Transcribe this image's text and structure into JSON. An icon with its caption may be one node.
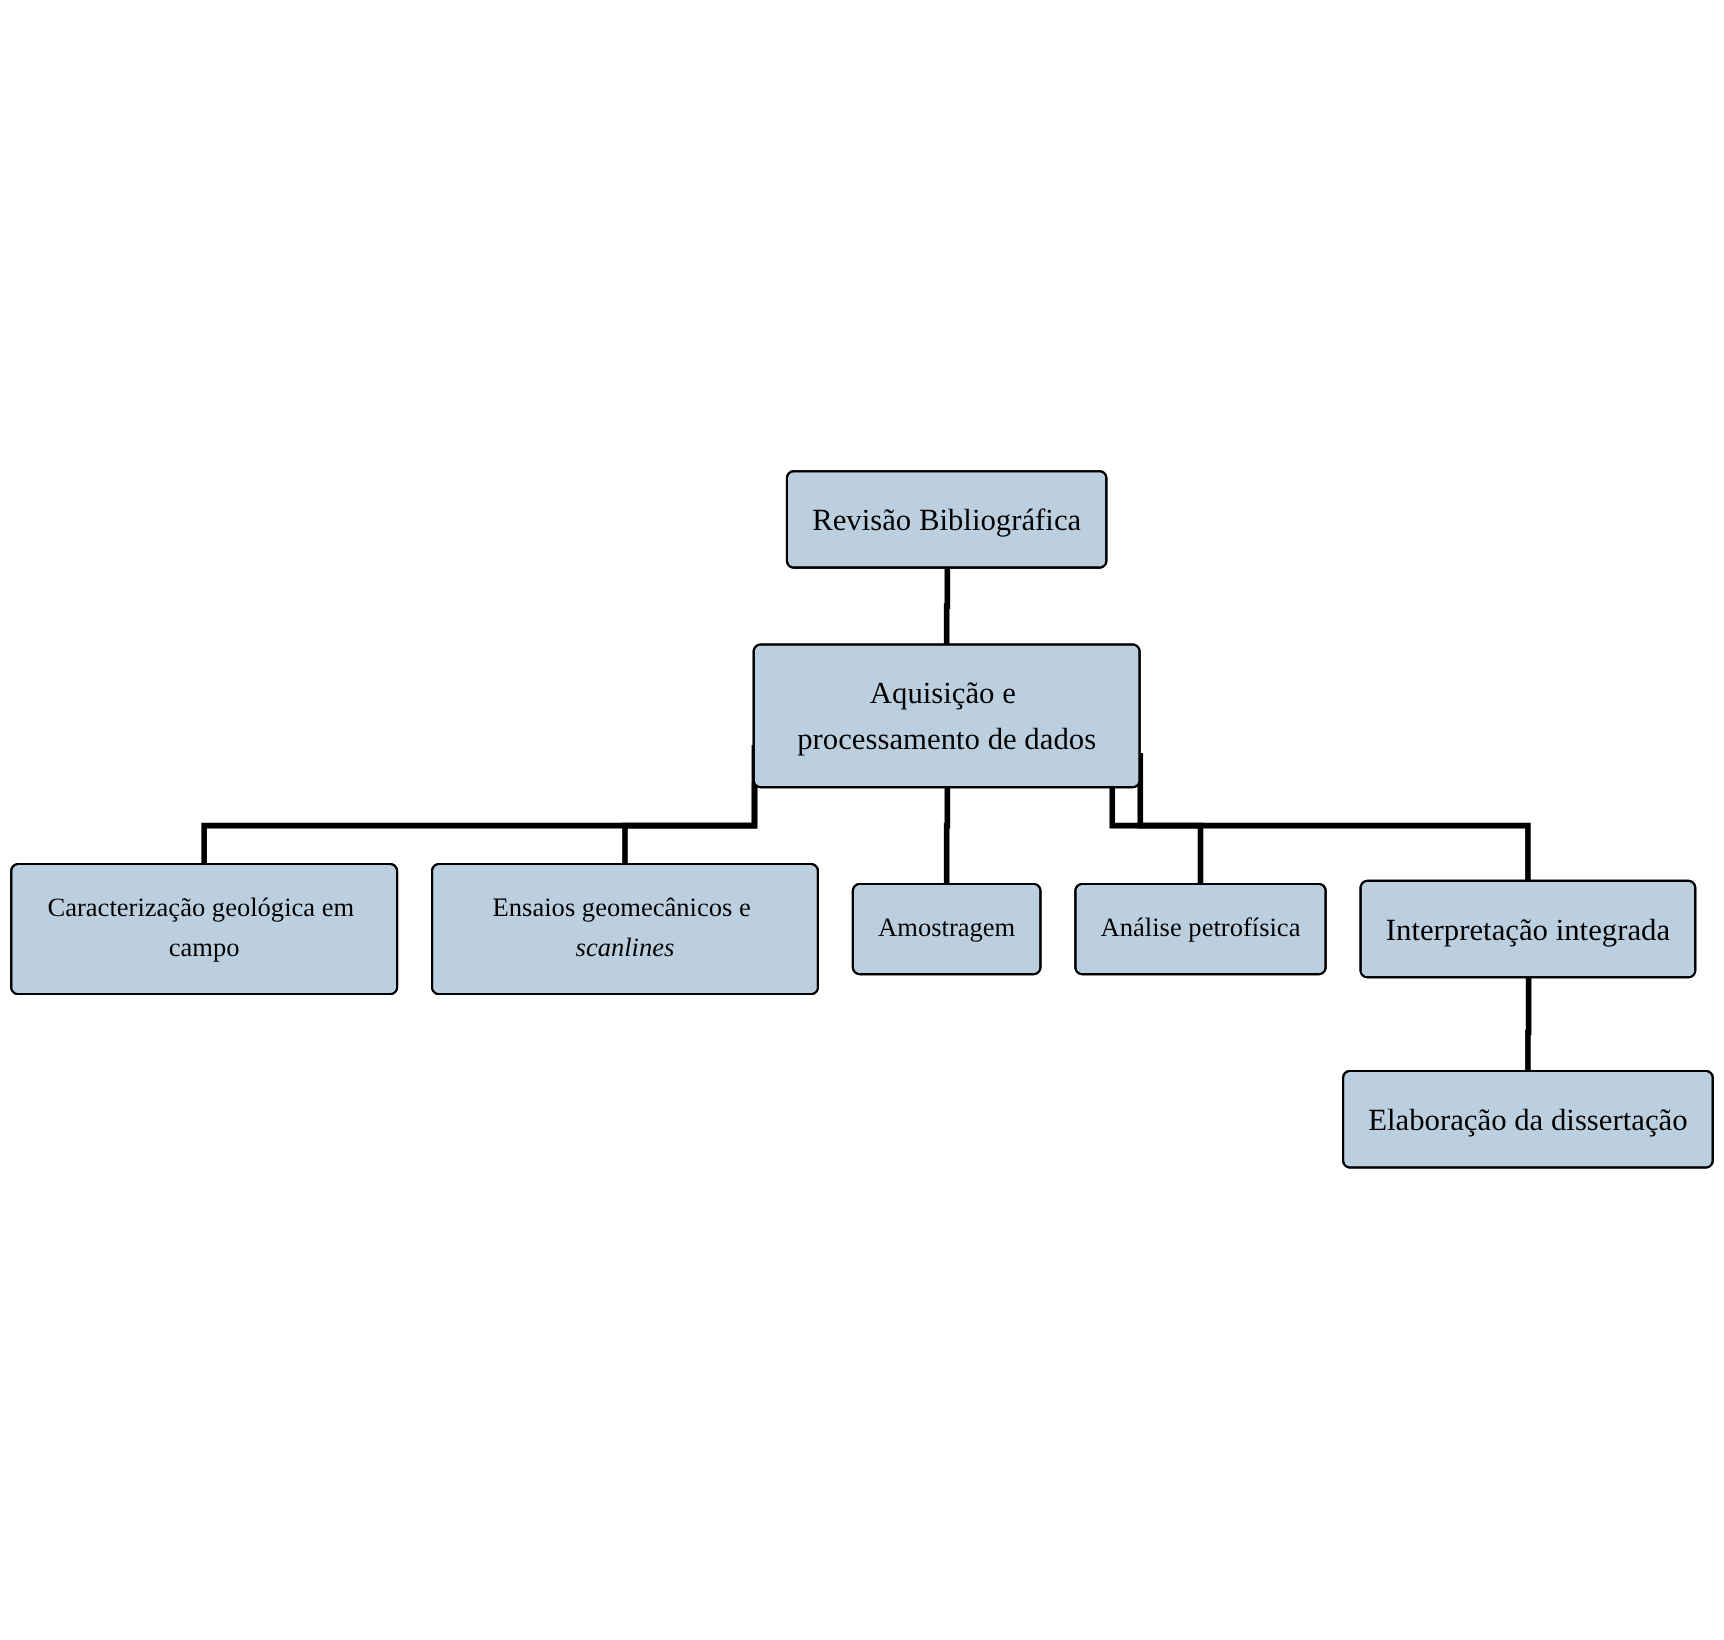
{
  "diagram": {
    "nodes": [
      {
        "text": [
          "Revisão Bibliográfica"
        ]
      },
      {
        "text": [
          "Aquisição e processamento de dados"
        ]
      },
      {
        "text": [
          "Caracterização geológica em campo"
        ]
      },
      {
        "text": [
          "Ensaios geomecânicos e *scanlines*"
        ]
      },
      {
        "text": [
          "Amostragem"
        ]
      },
      {
        "text": [
          "Análise petrofísica"
        ]
      },
      {
        "text": [
          "Interpretação integrada"
        ]
      },
      {
        "text": [
          "Elaboração da dissertação"
        ]
      }
    ],
    "edges": [
      {
        "from": 0,
        "to": 1,
        "arrow": "none"
      },
      {
        "from": 1,
        "to": 2,
        "arrow": "none"
      },
      {
        "from": 1,
        "to": 3,
        "arrow": "none"
      },
      {
        "from": 1,
        "to": 4,
        "arrow": "none"
      },
      {
        "from": 1,
        "to": 5,
        "arrow": "none"
      },
      {
        "from": 1,
        "to": 6,
        "arrow": "none"
      },
      {
        "from": 6,
        "to": 7,
        "arrow": "none"
      }
    ]
  }
}
